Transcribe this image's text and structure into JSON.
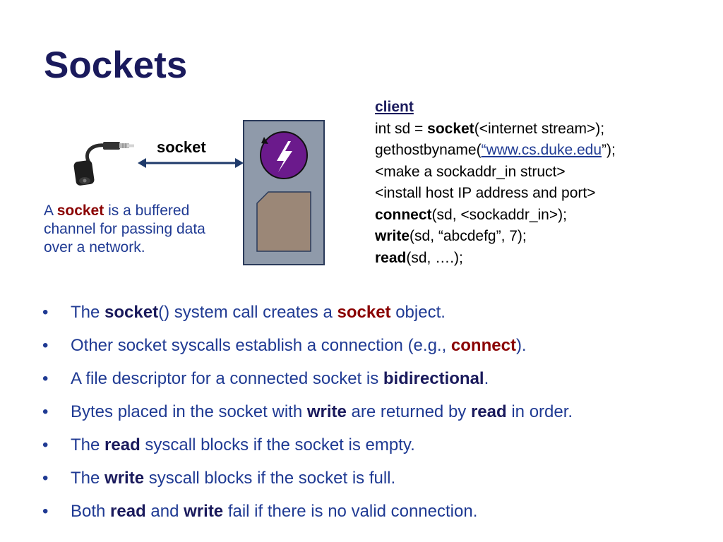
{
  "slide": {
    "title": "Sockets"
  },
  "diagram": {
    "arrow_label": "socket",
    "caption": {
      "pre": "A ",
      "bold": "socket",
      "post": " is a buffered channel for passing data over a network."
    }
  },
  "code": {
    "header": "client",
    "line2": {
      "pre": "int sd = ",
      "bold": "socket",
      "post": "(<internet stream>);"
    },
    "line3": {
      "pre": "gethostbyname(",
      "link": "“www.cs.duke.edu",
      "post": "”);"
    },
    "line4": "<make a sockaddr_in struct>",
    "line5": "<install host IP address and port>",
    "line6": {
      "bold": "connect",
      "post": "(sd, <sockaddr_in>);"
    },
    "line7": {
      "bold": "write",
      "post": "(sd, “abcdefg”, 7);"
    },
    "line8": {
      "bold": "read",
      "post": "(sd, ….);"
    }
  },
  "bullets": [
    {
      "t1": "The ",
      "b1": "socket",
      "t2": "() system call creates a ",
      "b2": "socket",
      "t3": " object."
    },
    {
      "t1": "Other socket syscalls establish a connection (e.g., ",
      "b1": "connect",
      "t2": ")."
    },
    {
      "t1": "A file descriptor for a connected socket is ",
      "b1": "bidirectional",
      "t2": "."
    },
    {
      "t1": "Bytes placed in the socket with ",
      "b1": "write",
      "t2": " are returned by ",
      "b2": "read",
      "t3": " in order."
    },
    {
      "t1": "The ",
      "b1": "read",
      "t2": " syscall blocks if the socket is empty."
    },
    {
      "t1": "The ",
      "b1": "write",
      "t2": " syscall blocks if the socket is full."
    },
    {
      "t1": "Both ",
      "b1": "read",
      "t2": " and ",
      "b2": "write",
      "t3": " fail if there is no valid connection."
    }
  ],
  "bullet_marker": "•",
  "colors": {
    "title": "#1a1a5c",
    "text_blue": "#1f3a93",
    "keyword_red": "#8a0000",
    "device_grey": "#8f9aaa",
    "disc_purple": "#6b1a8c",
    "card_tan": "#9b8777"
  },
  "icons": [
    "headphone-jack-icon",
    "double-arrow-icon",
    "lightning-bolt-icon"
  ]
}
